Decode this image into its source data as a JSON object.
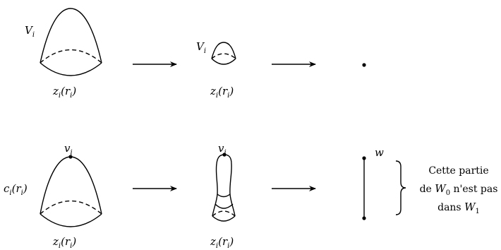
{
  "labels": {
    "V": "V",
    "i": "i",
    "z": "z",
    "r": "r",
    "c": "c",
    "v": "v",
    "w": "w",
    "W0": "W",
    "zero": "0",
    "W1": "W",
    "one": "1"
  },
  "remark": {
    "line1": "Cette partie",
    "line2_pre": "de ",
    "line2_post": " n'est pas",
    "line3_pre": "dans "
  }
}
